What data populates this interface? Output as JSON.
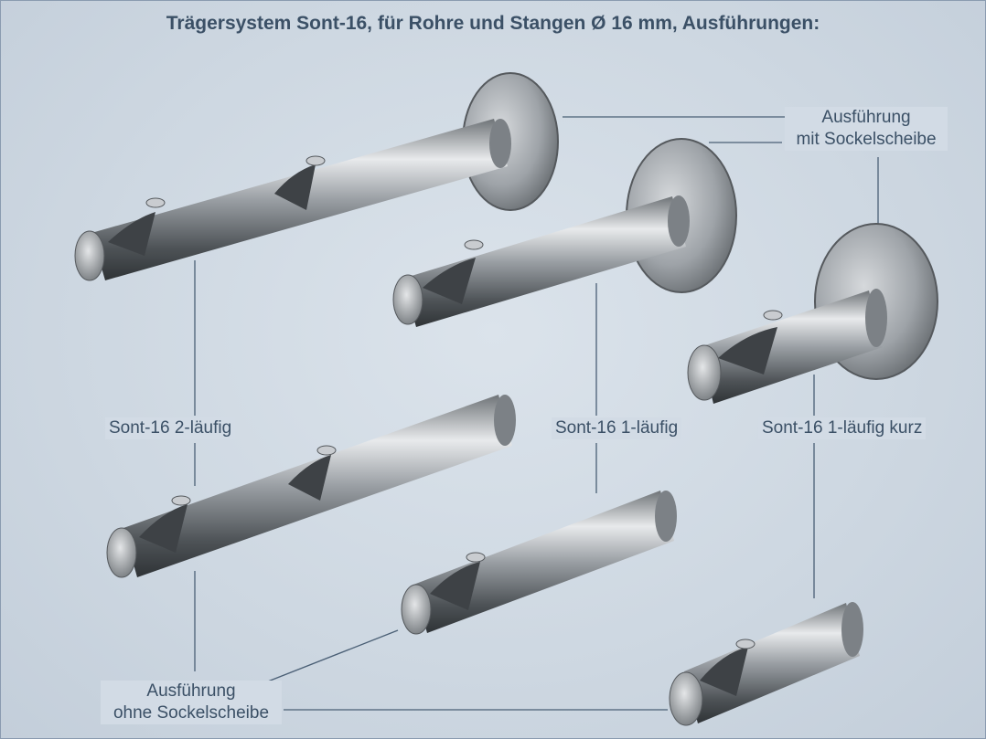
{
  "title": "Trägersystem Sont-16, für Rohre und Stangen Ø 16 mm, Ausführungen:",
  "labels": {
    "with_plate_line1": "Ausführung",
    "with_plate_line2": "mit Sockelscheibe",
    "sont16_2": "Sont-16 2-läufig",
    "sont16_1": "Sont-16 1-läufig",
    "sont16_1_short": "Sont-16 1-läufig kurz",
    "without_plate_line1": "Ausführung",
    "without_plate_line2": "ohne Sockelscheibe"
  },
  "colors": {
    "text": "#3b5066",
    "background": "#cfd9e3",
    "leader_line": "#3b5066",
    "metal": "#8a8f94"
  }
}
